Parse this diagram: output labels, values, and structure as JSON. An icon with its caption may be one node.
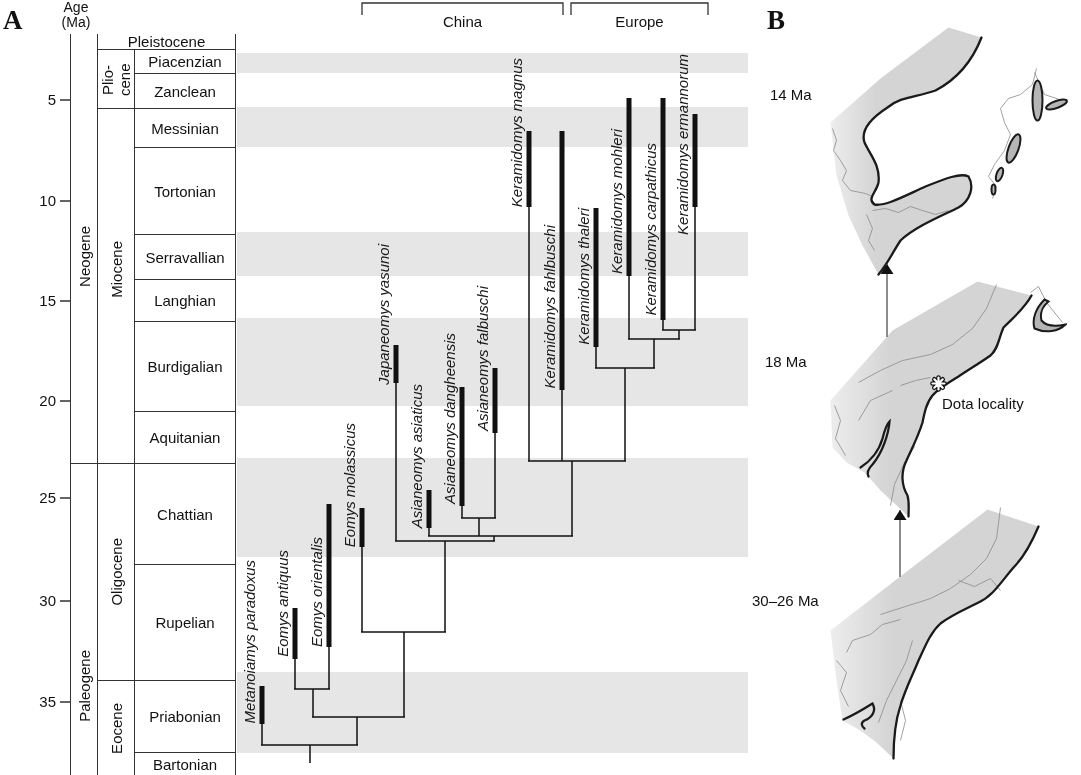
{
  "diagram": {
    "nodes": [
      {
        "text": [],
        "shape": "picture",
        "beside": [
          "14 Ma"
        ]
      },
      {
        "text": [],
        "shape": "picture",
        "beside": [
          "18 Ma"
        ]
      },
      {
        "text": [],
        "shape": "picture",
        "beside": [
          "30–26 Ma"
        ]
      }
    ],
    "edges": [
      {
        "from": 2,
        "to": 1,
        "arrow": "to"
      },
      {
        "from": 1,
        "to": 0,
        "arrow": "to"
      }
    ],
    "labels": [
      "A",
      "Age (Ma)",
      "China",
      "Europe",
      "B",
      "Neogene",
      "Pleistocene",
      "Plio-cene",
      "Piacenzian",
      "Zanclean",
      "Miocene",
      "Messinian",
      "Tortonian",
      "Serravallian",
      "Langhian",
      "Burdigalian",
      "Aquitanian",
      "Paleogene",
      "Oligocene",
      "Chattian",
      "Rupelian",
      "Eocene",
      "Priabonian",
      "Bartonian",
      "5",
      "10",
      "15",
      "20",
      "25",
      "30",
      "35",
      "Metanoiamys paradoxus",
      "Eomys antiquus",
      "Eomys orientalis",
      "Eomys molassicus",
      "Japaneomys yasunoi",
      "Asianeomys asiaticus",
      "Asianeomys dangheensis",
      "Asianeomys falbuschi",
      "Keramidomys magnus",
      "Keramidomys fahlbuschi",
      "Keramidomys thaleri",
      "Keramidomys mohleri",
      "Keramidomys carpathicus",
      "Keramidomys ermannorum",
      "Dota locality"
    ]
  }
}
